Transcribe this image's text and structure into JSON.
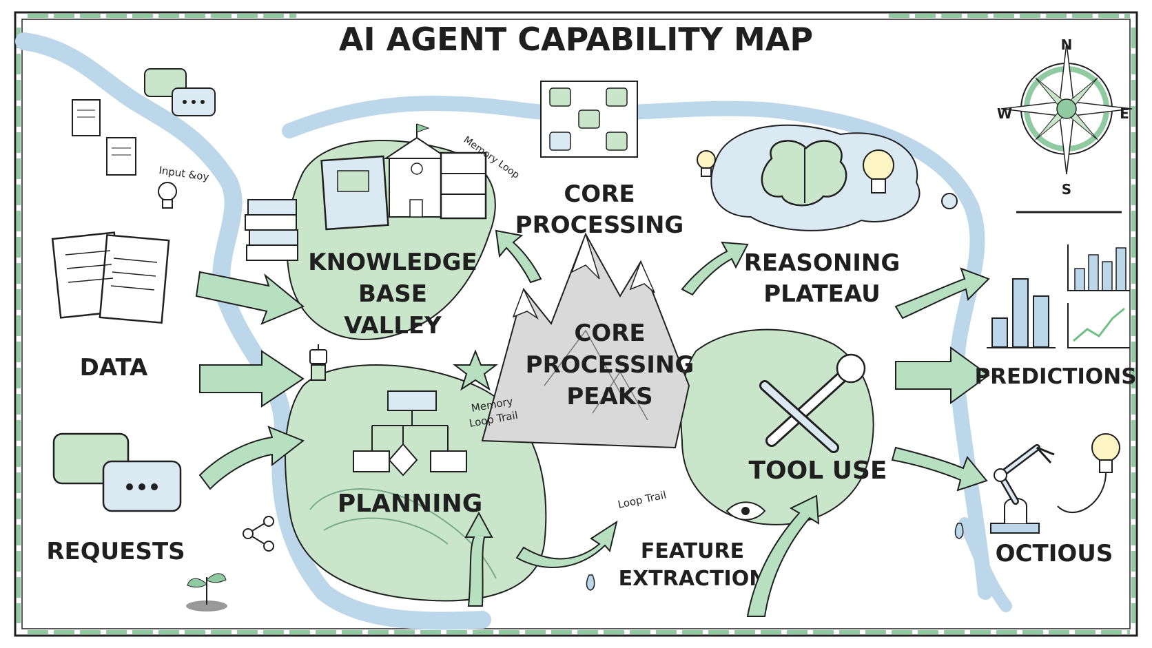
{
  "title": "AI AGENT CAPABILITY MAP",
  "compass": {
    "n": "N",
    "s": "S",
    "e": "E",
    "w": "W"
  },
  "inputs": {
    "data": "DATA",
    "requests": "REQUESTS",
    "input_loop_note": "Input &oy"
  },
  "regions": {
    "knowledge_line1": "KNOWLEDGE",
    "knowledge_line2": "BASE",
    "knowledge_line3": "VALLEY",
    "core_processing_line1": "CORE",
    "core_processing_line2": "PROCESSING",
    "peaks_line1": "CORE",
    "peaks_line2": "PROCESSING",
    "peaks_line3": "PEAKS",
    "reasoning_line1": "REASONING",
    "reasoning_line2": "PLATEAU",
    "planning": "PLANNING",
    "tool_use": "TOOL USE",
    "feature_line1": "FEATURE",
    "feature_line2": "EXTRACTION"
  },
  "notes": {
    "memory_loop": "Memory Loop",
    "memory_loop_trail_1": "Memory",
    "memory_loop_trail_2": "Loop Trail",
    "loop_trail": "Loop Trail"
  },
  "outputs": {
    "predictions": "PREDICTIONS",
    "octious": "OCTIOUS"
  },
  "colors": {
    "ink": "#1f1f1f",
    "river_blue": "#bcd6ea",
    "land_green": "#c9e6cb",
    "arrow_green": "#b7e0c0",
    "border_green": "#8fcaa0",
    "mountain_gray": "#d9d9d9"
  },
  "icons": [
    "compass-rose-icon",
    "document-icon",
    "chat-bubble-icon",
    "lightbulb-icon",
    "book-icon",
    "school-building-icon",
    "bookshelf-icon",
    "robot-icon",
    "star-icon",
    "brain-icon",
    "wrench-icon",
    "eye-icon",
    "bar-chart-icon",
    "line-chart-icon",
    "robot-arm-icon",
    "sprout-icon",
    "share-icon",
    "waterdrop-icon"
  ]
}
